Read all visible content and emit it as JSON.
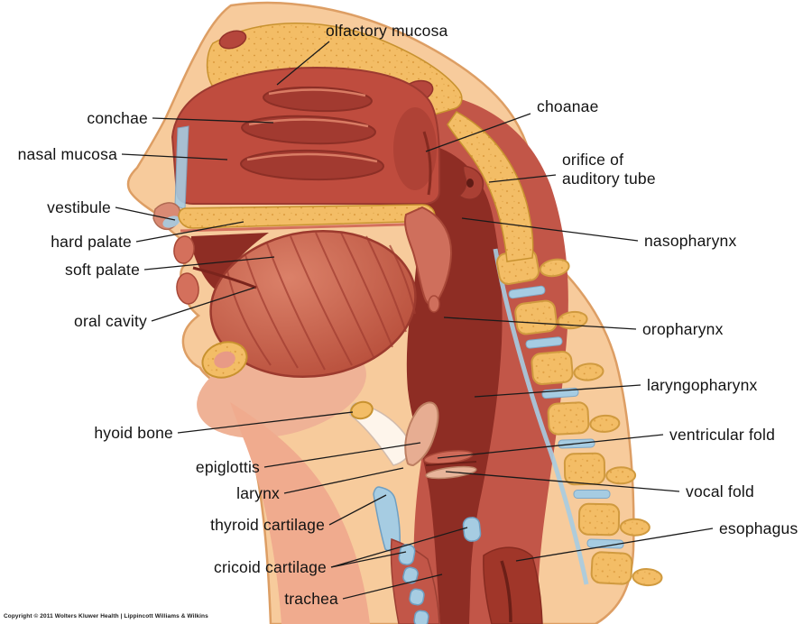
{
  "figure": {
    "description": "Sagittal section of the head and neck showing upper respiratory structures",
    "copyright": "Copyright © 2011 Wolters Kluwer Health | Lippincott Williams & Wilkins"
  },
  "labels": {
    "olfactory_mucosa": "olfactory mucosa",
    "conchae": "conchae",
    "nasal_mucosa": "nasal mucosa",
    "vestibule": "vestibule",
    "hard_palate": "hard palate",
    "soft_palate": "soft palate",
    "oral_cavity": "oral cavity",
    "hyoid_bone": "hyoid bone",
    "epiglottis": "epiglottis",
    "larynx": "larynx",
    "thyroid_cartilage": "thyroid cartilage",
    "cricoid_cartilage": "cricoid cartilage",
    "trachea": "trachea",
    "choanae": "choanae",
    "orifice_of_auditory_tube": "orifice of auditory tube",
    "nasopharynx": "nasopharynx",
    "oropharynx": "oropharynx",
    "laryngopharynx": "laryngopharynx",
    "ventricular_fold": "ventricular fold",
    "vocal_fold": "vocal fold",
    "esophagus": "esophagus"
  },
  "colors": {
    "skin": "#f7cb9c",
    "bone": "#f3bd66",
    "nasal_mucosa_red": "#bf4c3e",
    "deep_lumen_red": "#8e2d24",
    "muscle_red": "#c25648",
    "cartilage_blue": "#a6cce2",
    "leader_line": "#1a1a1a",
    "background": "#ffffff"
  }
}
